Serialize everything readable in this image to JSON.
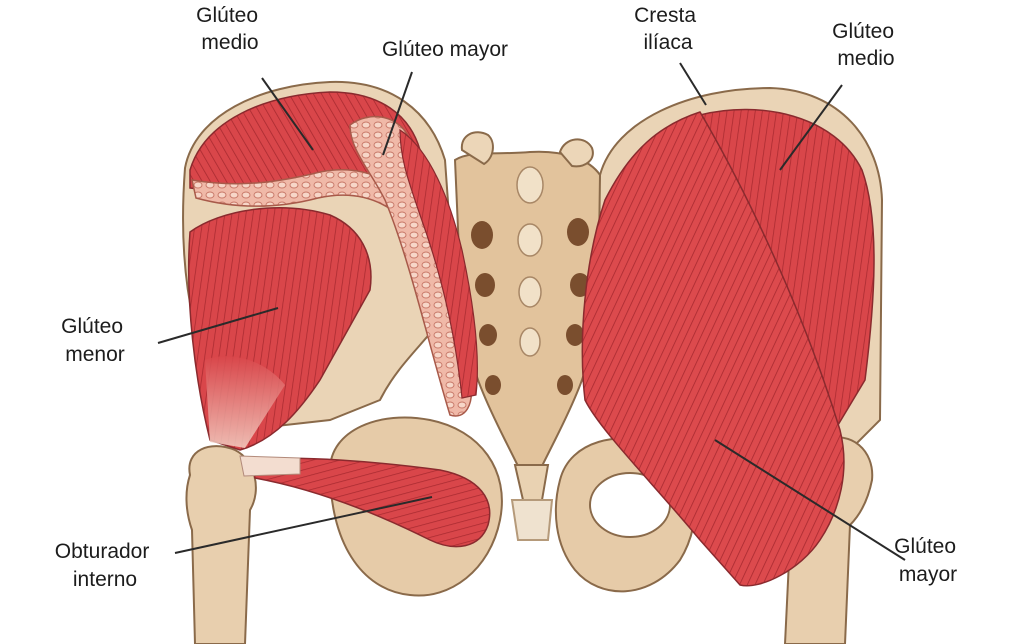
{
  "labels": {
    "gluteo_medio_left": [
      "Glúteo",
      "medio"
    ],
    "gluteo_mayor_top": [
      "Glúteo mayor"
    ],
    "cresta_iliaca": [
      "Cresta",
      "ilíaca"
    ],
    "gluteo_medio_right": [
      "Glúteo",
      "medio"
    ],
    "gluteo_menor": [
      "Glúteo",
      "menor"
    ],
    "obturador_interno": [
      "Obturador",
      "interno"
    ],
    "gluteo_mayor_right": [
      "Glúteo",
      "mayor"
    ]
  },
  "colors": {
    "muscle": "#d9464a",
    "muscle_dark": "#a82a30",
    "muscle_light": "#ee8080",
    "bone": "#ead4b6",
    "bone_shadow": "#c9a57e",
    "bone_outline": "#8a6a4a",
    "leader_line": "#2a2a2a"
  }
}
